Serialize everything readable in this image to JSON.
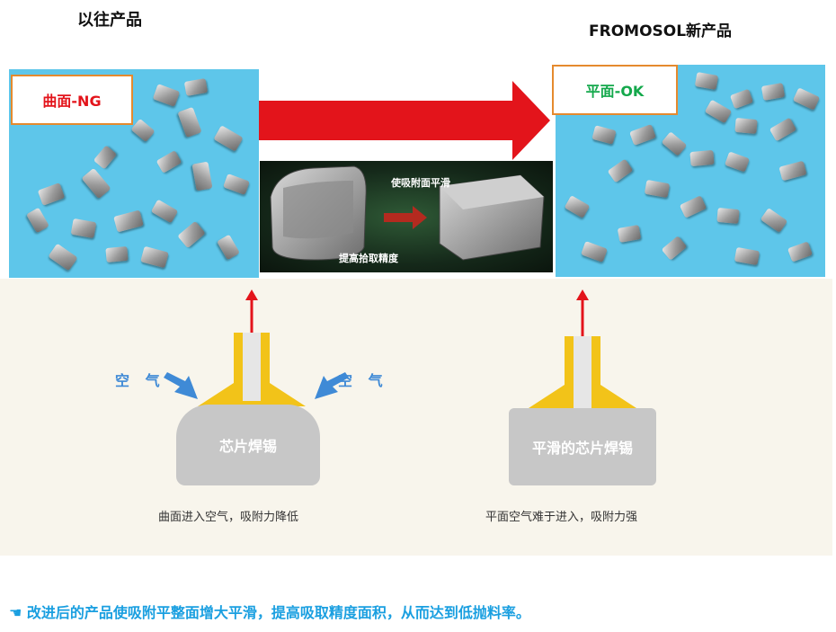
{
  "titles": {
    "old": "以往产品",
    "new": "FROMOSOL新产品"
  },
  "tags": {
    "ng": "曲面-NG",
    "ok": "平面-OK"
  },
  "sem": {
    "label_top": "使吸附面平滑",
    "label_bottom": "提高拾取精度"
  },
  "left_diagram": {
    "air_left": "空 气",
    "air_right": "空 气",
    "pad_label": "芯片焊锡",
    "caption": "曲面进入空气，吸附力降低"
  },
  "right_diagram": {
    "pad_label": "平滑的芯片焊锡",
    "caption": "平面空气难于进入，吸附力强"
  },
  "footer": {
    "bullet": "☚",
    "text": "改进后的产品使吸附平整面增大平滑，提高吸取精度面积，从而达到低抛料率。"
  },
  "colors": {
    "arrow": "#e3141b",
    "ng": "#e3141b",
    "ok": "#13a84b",
    "tag_border": "#e58a2e",
    "air": "#3f8ad6",
    "nozzle": "#f2c319",
    "photo_bg": "#5ec6ea"
  }
}
